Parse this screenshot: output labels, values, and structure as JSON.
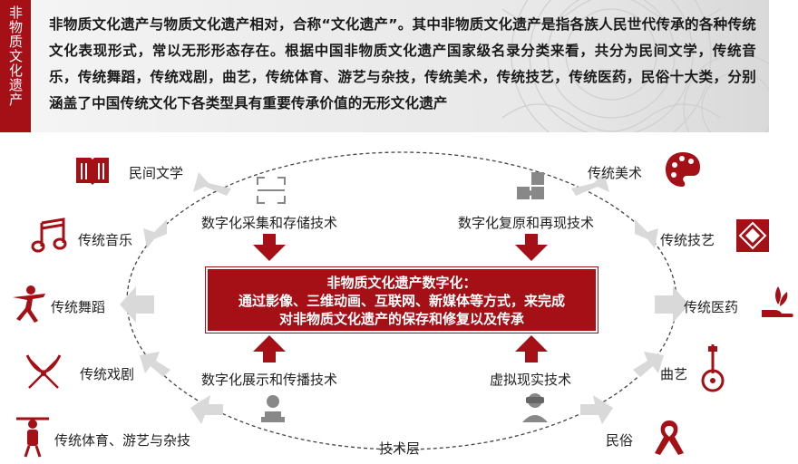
{
  "banner": {
    "vertical_title": "非物质文化遗产",
    "intro": "非物质文化遗产与物质文化遗产相对，合称“文化遗产”。其中非物质文化遗产是指各族人民世代传承的各种传统文化表现形式，常以无形形态存在。根据中国非物质文化遗产国家级名录分类来看，共分为民间文学，传统音乐，传统舞蹈，传统戏剧，曲艺，传统体育、游艺与杂技，传统美术，传统技艺，传统医药，民俗十大类，分别涵盖了中国传统文化下各类型具有重要传承价值的无形文化遗产"
  },
  "center": {
    "line1": "非物质文化遗产数字化：",
    "line2": "通过影像、三维动画、互联网、新媒体等方式，来完成",
    "line3": "对非物质文化遗产的保存和修复以及传承"
  },
  "technologies": {
    "capture": "数字化采集和存储技术",
    "restore": "数字化复原和再现技术",
    "display": "数字化展示和传播技术",
    "vr": "虚拟现实技术",
    "layer": "技术层"
  },
  "categories_left": [
    {
      "label": "民间文学",
      "icon": "book-icon"
    },
    {
      "label": "传统音乐",
      "icon": "music-note-icon"
    },
    {
      "label": "传统舞蹈",
      "icon": "dancer-icon"
    },
    {
      "label": "传统戏剧",
      "icon": "opera-icon"
    },
    {
      "label": "传统体育、游艺与杂技",
      "icon": "acrobat-icon"
    }
  ],
  "categories_right": [
    {
      "label": "传统美术",
      "icon": "palette-icon"
    },
    {
      "label": "传统技艺",
      "icon": "pattern-icon"
    },
    {
      "label": "传统医药",
      "icon": "herb-hand-icon"
    },
    {
      "label": "曲艺",
      "icon": "instrument-icon"
    },
    {
      "label": "民俗",
      "icon": "ribbon-icon"
    }
  ],
  "colors": {
    "accent": "#a50f16",
    "arrow_gray": "#d9d9d9",
    "icon_gray": "#888888"
  }
}
